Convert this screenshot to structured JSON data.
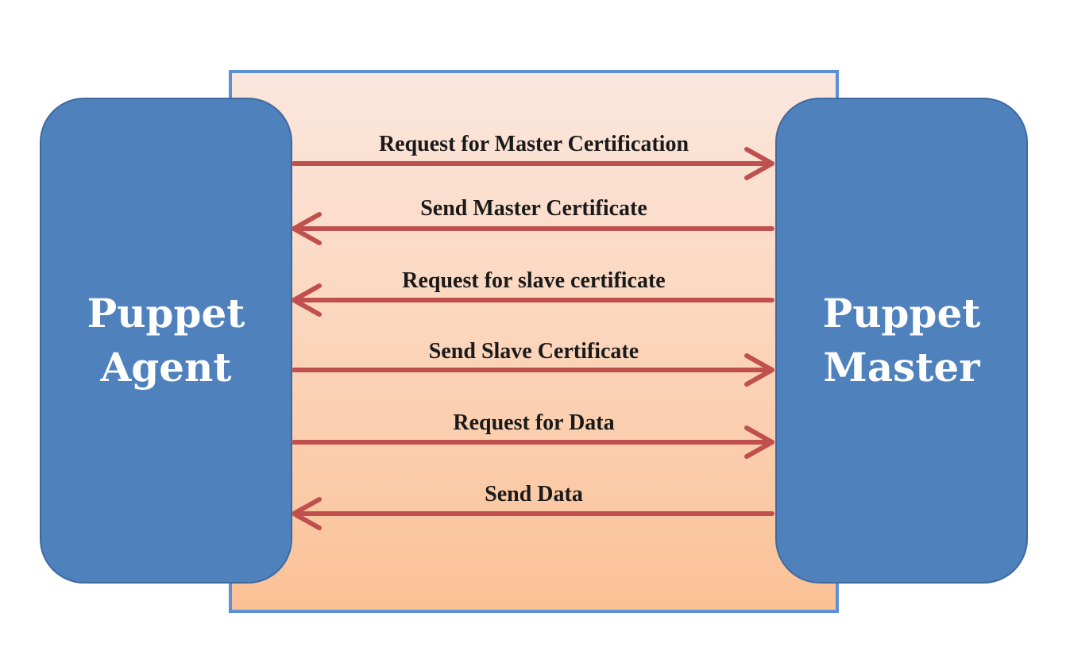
{
  "diagram": {
    "agent": {
      "line1": "Puppet",
      "line2": "Agent"
    },
    "master": {
      "line1": "Puppet",
      "line2": "Master"
    },
    "messages": [
      {
        "label": "Request for Master Certification",
        "direction": "to-master"
      },
      {
        "label": "Send Master Certificate",
        "direction": "to-agent"
      },
      {
        "label": "Request for slave certificate",
        "direction": "to-agent"
      },
      {
        "label": "Send Slave Certificate",
        "direction": "to-master"
      },
      {
        "label": "Request for Data",
        "direction": "to-master"
      },
      {
        "label": "Send Data",
        "direction": "to-agent"
      }
    ]
  },
  "colors": {
    "node_fill": "#4f81bd",
    "arrow": "#c0504d",
    "frame_border": "#5b8fd6"
  }
}
